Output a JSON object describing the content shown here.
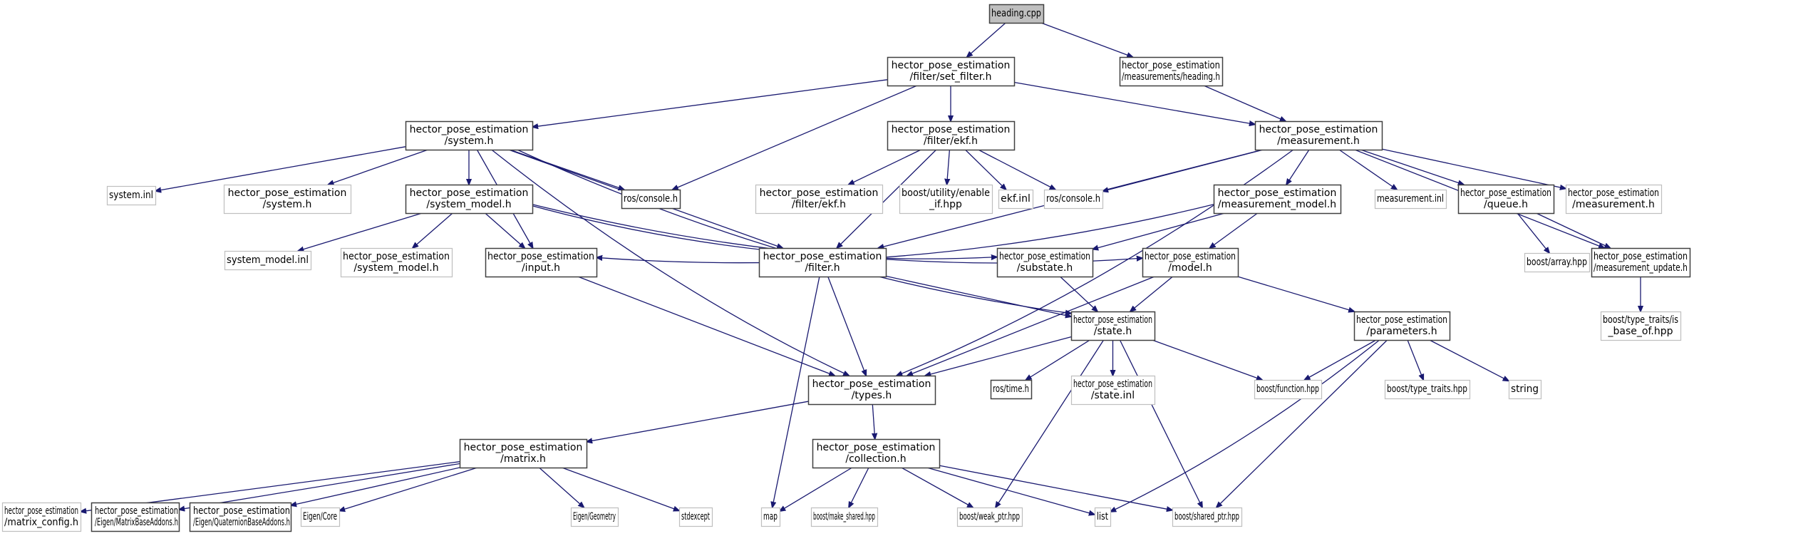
{
  "title": "heading.cpp include dependency graph",
  "colors": {
    "edge": "#191970",
    "root_fill": "#bfbfbf",
    "documented_border": "#404040",
    "external_border": "#bfbfbf"
  },
  "nodes": [
    {
      "id": "heading_cpp",
      "lines": [
        "heading.cpp"
      ],
      "kind": "root"
    },
    {
      "id": "set_filter_h",
      "lines": [
        "hector_pose_estimation",
        "/filter/set_filter.h"
      ],
      "kind": "doc"
    },
    {
      "id": "meas_heading_h",
      "lines": [
        "hector_pose_estimation",
        "/measurements/heading.h"
      ],
      "kind": "doc"
    },
    {
      "id": "system_h",
      "lines": [
        "hector_pose_estimation",
        "/system.h"
      ],
      "kind": "doc"
    },
    {
      "id": "ekf_h",
      "lines": [
        "hector_pose_estimation",
        "/filter/ekf.h"
      ],
      "kind": "doc"
    },
    {
      "id": "measurement_h",
      "lines": [
        "hector_pose_estimation",
        "/measurement.h"
      ],
      "kind": "doc"
    },
    {
      "id": "system_inl",
      "lines": [
        "system.inl"
      ],
      "kind": "ext"
    },
    {
      "id": "system_h_ext",
      "lines": [
        "hector_pose_estimation",
        "/system.h"
      ],
      "kind": "ext"
    },
    {
      "id": "system_model_h",
      "lines": [
        "hector_pose_estimation",
        "/system_model.h"
      ],
      "kind": "doc"
    },
    {
      "id": "ros_console_a",
      "lines": [
        "ros/console.h"
      ],
      "kind": "doc"
    },
    {
      "id": "filter_ekf_ext",
      "lines": [
        "hector_pose_estimation",
        "/filter/ekf.h"
      ],
      "kind": "ext"
    },
    {
      "id": "enable_if",
      "lines": [
        "boost/utility/enable",
        "_if.hpp"
      ],
      "kind": "ext"
    },
    {
      "id": "ekf_inl",
      "lines": [
        "ekf.inl"
      ],
      "kind": "ext"
    },
    {
      "id": "ros_console_b",
      "lines": [
        "ros/console.h"
      ],
      "kind": "ext"
    },
    {
      "id": "measurement_model_h",
      "lines": [
        "hector_pose_estimation",
        "/measurement_model.h"
      ],
      "kind": "doc"
    },
    {
      "id": "measurement_inl",
      "lines": [
        "measurement.inl"
      ],
      "kind": "ext"
    },
    {
      "id": "queue_h",
      "lines": [
        "hector_pose_estimation",
        "/queue.h"
      ],
      "kind": "doc"
    },
    {
      "id": "measurement_h_ext",
      "lines": [
        "hector_pose_estimation",
        "/measurement.h"
      ],
      "kind": "ext"
    },
    {
      "id": "system_model_inl",
      "lines": [
        "system_model.inl"
      ],
      "kind": "ext"
    },
    {
      "id": "system_model_h_ext",
      "lines": [
        "hector_pose_estimation",
        "/system_model.h"
      ],
      "kind": "ext"
    },
    {
      "id": "input_h",
      "lines": [
        "hector_pose_estimation",
        "/input.h"
      ],
      "kind": "doc"
    },
    {
      "id": "filter_h",
      "lines": [
        "hector_pose_estimation",
        "/filter.h"
      ],
      "kind": "doc"
    },
    {
      "id": "substate_h",
      "lines": [
        "hector_pose_estimation",
        "/substate.h"
      ],
      "kind": "doc"
    },
    {
      "id": "model_h",
      "lines": [
        "hector_pose_estimation",
        "/model.h"
      ],
      "kind": "doc"
    },
    {
      "id": "boost_array",
      "lines": [
        "boost/array.hpp"
      ],
      "kind": "ext"
    },
    {
      "id": "measurement_update_h",
      "lines": [
        "hector_pose_estimation",
        "/measurement_update.h"
      ],
      "kind": "doc"
    },
    {
      "id": "is_base_of",
      "lines": [
        "boost/type_traits/is",
        "_base_of.hpp"
      ],
      "kind": "ext"
    },
    {
      "id": "state_h",
      "lines": [
        "hector_pose_estimation",
        "/state.h"
      ],
      "kind": "doc"
    },
    {
      "id": "parameters_h",
      "lines": [
        "hector_pose_estimation",
        "/parameters.h"
      ],
      "kind": "doc"
    },
    {
      "id": "types_h",
      "lines": [
        "hector_pose_estimation",
        "/types.h"
      ],
      "kind": "doc"
    },
    {
      "id": "ros_time",
      "lines": [
        "ros/time.h"
      ],
      "kind": "doc"
    },
    {
      "id": "state_inl",
      "lines": [
        "hector_pose_estimation",
        "/state.inl"
      ],
      "kind": "ext"
    },
    {
      "id": "boost_function",
      "lines": [
        "boost/function.hpp"
      ],
      "kind": "ext"
    },
    {
      "id": "boost_type_traits",
      "lines": [
        "boost/type_traits.hpp"
      ],
      "kind": "ext"
    },
    {
      "id": "string",
      "lines": [
        "string"
      ],
      "kind": "ext"
    },
    {
      "id": "matrix_h",
      "lines": [
        "hector_pose_estimation",
        "/matrix.h"
      ],
      "kind": "doc"
    },
    {
      "id": "collection_h",
      "lines": [
        "hector_pose_estimation",
        "/collection.h"
      ],
      "kind": "doc"
    },
    {
      "id": "matrix_config",
      "lines": [
        "hector_pose_estimation",
        "/matrix_config.h"
      ],
      "kind": "ext"
    },
    {
      "id": "matrix_base_addons",
      "lines": [
        "hector_pose_estimation",
        "/Eigen/MatrixBaseAddons.h"
      ],
      "kind": "doc",
      "align": "left"
    },
    {
      "id": "quat_base_addons",
      "lines": [
        "hector_pose_estimation",
        "/Eigen/QuaternionBaseAddons.h"
      ],
      "kind": "doc",
      "align": "left"
    },
    {
      "id": "eigen_core",
      "lines": [
        "Eigen/Core"
      ],
      "kind": "ext"
    },
    {
      "id": "eigen_geometry",
      "lines": [
        "Eigen/Geometry"
      ],
      "kind": "ext"
    },
    {
      "id": "stdexcept",
      "lines": [
        "stdexcept"
      ],
      "kind": "ext"
    },
    {
      "id": "map",
      "lines": [
        "map"
      ],
      "kind": "ext"
    },
    {
      "id": "make_shared",
      "lines": [
        "boost/make_shared.hpp"
      ],
      "kind": "ext"
    },
    {
      "id": "weak_ptr",
      "lines": [
        "boost/weak_ptr.hpp"
      ],
      "kind": "ext"
    },
    {
      "id": "list",
      "lines": [
        "list"
      ],
      "kind": "ext"
    },
    {
      "id": "shared_ptr",
      "lines": [
        "boost/shared_ptr.hpp"
      ],
      "kind": "ext"
    }
  ],
  "edges": [
    [
      "heading_cpp",
      "set_filter_h"
    ],
    [
      "heading_cpp",
      "meas_heading_h"
    ],
    [
      "set_filter_h",
      "system_h"
    ],
    [
      "set_filter_h",
      "ekf_h"
    ],
    [
      "set_filter_h",
      "measurement_h"
    ],
    [
      "set_filter_h",
      "ros_console_a"
    ],
    [
      "meas_heading_h",
      "measurement_h"
    ],
    [
      "system_h",
      "system_inl"
    ],
    [
      "system_h",
      "system_h_ext"
    ],
    [
      "system_h",
      "system_model_h"
    ],
    [
      "system_h",
      "ros_console_a"
    ],
    [
      "system_h",
      "input_h"
    ],
    [
      "system_h",
      "filter_h"
    ],
    [
      "system_h",
      "types_h"
    ],
    [
      "system_h",
      "state_h"
    ],
    [
      "system_model_h",
      "system_model_inl"
    ],
    [
      "system_model_h",
      "system_model_h_ext"
    ],
    [
      "system_model_h",
      "input_h"
    ],
    [
      "system_model_h",
      "substate_h"
    ],
    [
      "system_model_h",
      "model_h"
    ],
    [
      "ekf_h",
      "filter_ekf_ext"
    ],
    [
      "ekf_h",
      "enable_if"
    ],
    [
      "ekf_h",
      "ekf_inl"
    ],
    [
      "ekf_h",
      "ros_console_b"
    ],
    [
      "ekf_h",
      "filter_h"
    ],
    [
      "measurement_h",
      "ros_console_b"
    ],
    [
      "measurement_h",
      "measurement_model_h"
    ],
    [
      "measurement_h",
      "measurement_inl"
    ],
    [
      "measurement_h",
      "queue_h"
    ],
    [
      "measurement_h",
      "measurement_h_ext"
    ],
    [
      "measurement_h",
      "measurement_update_h"
    ],
    [
      "measurement_h",
      "filter_h"
    ],
    [
      "measurement_h",
      "types_h"
    ],
    [
      "measurement_model_h",
      "input_h"
    ],
    [
      "measurement_model_h",
      "substate_h"
    ],
    [
      "measurement_model_h",
      "model_h"
    ],
    [
      "queue_h",
      "boost_array"
    ],
    [
      "queue_h",
      "measurement_update_h"
    ],
    [
      "measurement_update_h",
      "is_base_of"
    ],
    [
      "input_h",
      "types_h"
    ],
    [
      "filter_h",
      "types_h"
    ],
    [
      "filter_h",
      "state_h"
    ],
    [
      "filter_h",
      "map"
    ],
    [
      "substate_h",
      "state_h"
    ],
    [
      "model_h",
      "state_h"
    ],
    [
      "model_h",
      "types_h"
    ],
    [
      "model_h",
      "parameters_h"
    ],
    [
      "state_h",
      "types_h"
    ],
    [
      "state_h",
      "ros_time"
    ],
    [
      "state_h",
      "state_inl"
    ],
    [
      "state_h",
      "boost_function"
    ],
    [
      "state_h",
      "weak_ptr"
    ],
    [
      "state_h",
      "shared_ptr"
    ],
    [
      "parameters_h",
      "boost_function"
    ],
    [
      "parameters_h",
      "boost_type_traits"
    ],
    [
      "parameters_h",
      "string"
    ],
    [
      "parameters_h",
      "list"
    ],
    [
      "parameters_h",
      "shared_ptr"
    ],
    [
      "types_h",
      "matrix_h"
    ],
    [
      "types_h",
      "collection_h"
    ],
    [
      "matrix_h",
      "matrix_config"
    ],
    [
      "matrix_h",
      "matrix_base_addons"
    ],
    [
      "matrix_h",
      "quat_base_addons"
    ],
    [
      "matrix_h",
      "eigen_core"
    ],
    [
      "matrix_h",
      "eigen_geometry"
    ],
    [
      "matrix_h",
      "stdexcept"
    ],
    [
      "collection_h",
      "map"
    ],
    [
      "collection_h",
      "make_shared"
    ],
    [
      "collection_h",
      "weak_ptr"
    ],
    [
      "collection_h",
      "list"
    ],
    [
      "collection_h",
      "shared_ptr"
    ]
  ]
}
